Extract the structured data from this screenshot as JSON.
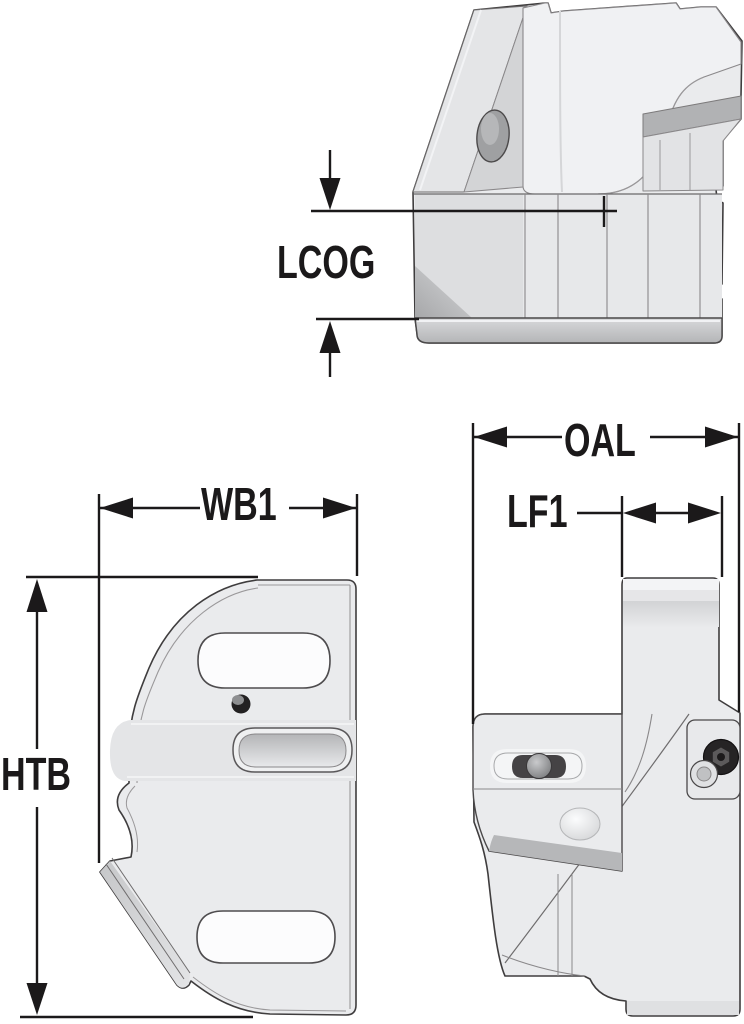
{
  "drawing": {
    "labels": {
      "lcog": "LCOG",
      "wb1": "WB1",
      "oal": "OAL",
      "lf1": "LF1",
      "htb": "HTB"
    },
    "colors": {
      "background": "#ffffff",
      "dimension_line": "#1b191a",
      "part_outline": "#3f3d3e",
      "body_light": "#eaebed",
      "body_mid": "#dbdcde",
      "body_shadow": "#c3c4c6",
      "band_dark": "#b1b2b4",
      "slot_white": "#fcfcfd",
      "screw_dark": "#262425"
    }
  }
}
